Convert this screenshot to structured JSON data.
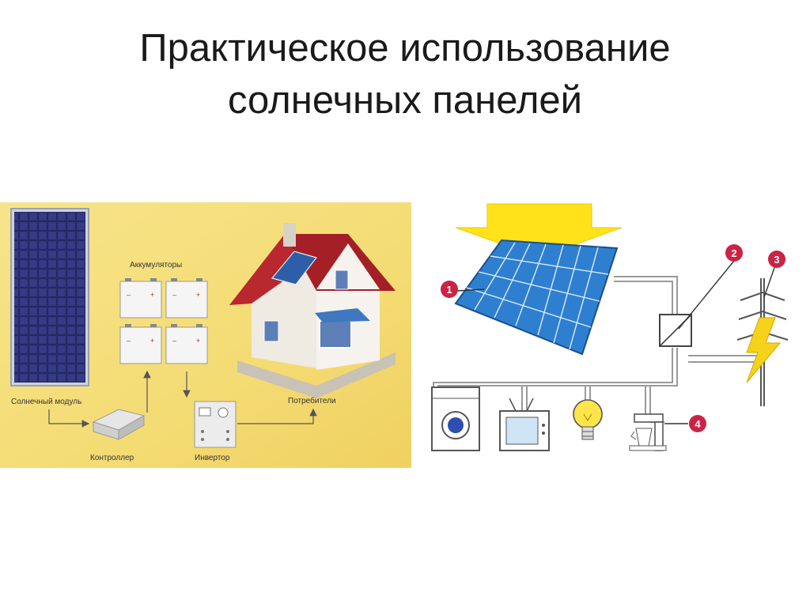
{
  "slide": {
    "title_line1": "Практическое использование",
    "title_line2": "солнечных панелей"
  },
  "left_diagram": {
    "labels": {
      "batteries": "Аккумуляторы",
      "solar_module": "Солнечный модуль",
      "controller": "Контроллер",
      "inverter": "Инвертор",
      "consumers": "Потребители"
    },
    "battery_signs": {
      "minus": "–",
      "plus": "+"
    }
  },
  "right_diagram": {
    "markers": [
      "1",
      "2",
      "3",
      "4"
    ]
  },
  "colors": {
    "left_background": "#f4dc74",
    "panel_dark": "#2a2f6e",
    "panel_blue": "#2f7fd0",
    "roof_red": "#b8282e",
    "arrow_yellow": "#ffe21a",
    "marker_red": "#cc2244",
    "bolt_yellow": "#f6d21a"
  }
}
